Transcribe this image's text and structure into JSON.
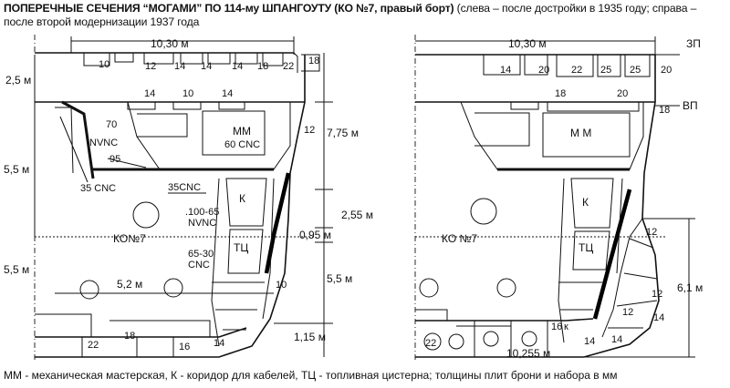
{
  "title": {
    "strong": "ПОПЕРЕЧНЫЕ СЕЧЕНИЯ “МОГАМИ”",
    "lead": " ПО 114-му ШПАНГОУТУ (КО №7, правый борт)",
    "rest": " (слева – после достройки в 1935 году; справа – после второй модернизации 1937 года"
  },
  "left_section": {
    "beam": "10,30 м",
    "h_top": "2,5 м",
    "h_upper": "5,5 м",
    "h_lower": "5,5 м",
    "h_right": "7,75 м",
    "h_belt": "2,55 м",
    "h_wl": "0,95 м",
    "h_low_right": "5,5 м",
    "h_keel": "1,15 м",
    "half_width": "5,2 м",
    "compartment": "КО№7",
    "workshop": "ММ",
    "corridor": "К",
    "tank": "ТЦ",
    "top_plates": [
      "10",
      "12",
      "14",
      "14",
      "14",
      "18",
      "22",
      "18"
    ],
    "second_deck": [
      "14",
      "10",
      "14"
    ],
    "side_12": "12",
    "deck_70": "70",
    "nvnc_1": "NVNC",
    "deck_95": "95",
    "cnc_35a": "35 CNC",
    "cnc_35b": "35CNC",
    "cnc_60": "60 CNC",
    "nvnc_100": ".100-65",
    "nvnc_2": "NVNC",
    "cnc_65": "65-30",
    "cnc_65b": "CNC",
    "b_10": "10",
    "bottom_22": "22",
    "bottom_18": "18",
    "bottom_16": "16",
    "bottom_14": "14"
  },
  "right_section": {
    "beam": "10,30 м",
    "label_zp": "ЗП",
    "label_vp": "ВП",
    "h_belt": "6,1 м",
    "bottom_width": "10,255 м",
    "compartment": "КО №7",
    "workshop": "М М",
    "corridor": "К",
    "tank": "ТЦ",
    "top_plates": [
      "14",
      "20",
      "22",
      "25",
      "25",
      "20"
    ],
    "vp_plates": [
      "18",
      "20",
      "18"
    ],
    "side_12a": "12",
    "side_12b": "12",
    "side_12c": "12",
    "side_14a": "14",
    "side_14b": "14",
    "bottom_22": "22",
    "bottom_16": "16",
    "bottom_k": "к",
    "bottom_14": "14"
  },
  "legend": "ММ - механическая мастерская, К - коридор для кабелей, ТЦ - топливная цистерна; толщины плит брони и набора в мм"
}
